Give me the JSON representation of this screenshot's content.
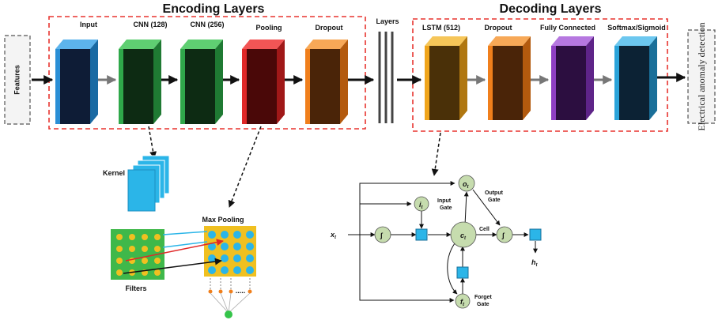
{
  "encoding": {
    "title": "Encoding Layers",
    "layers": [
      "Input",
      "CNN (128)",
      "CNN (256)",
      "Pooling",
      "Dropout"
    ]
  },
  "decoding": {
    "title": "Decoding Layers",
    "layers": [
      "LSTM (512)",
      "Dropout",
      "Fully Connected",
      "Softmax/Sigmoid"
    ]
  },
  "middle_label": "Layers",
  "features_label": "Features",
  "output_label": "Electrical anomaly detection",
  "kernel_label": "Kernel",
  "filters_label": "Filters",
  "maxpool_label": "Max Pooling",
  "maxpool_dots": ".....",
  "lstm": {
    "x_input": "x",
    "x_sub": "t",
    "h_output": "h",
    "h_sub": "t",
    "i_node": "i",
    "i_sub": "t",
    "o_node": "o",
    "o_sub": "t",
    "c_node": "c",
    "c_sub": "t",
    "f_node": "f",
    "f_sub": "t",
    "integral_symbol": "∫",
    "input_gate": [
      "Input",
      "Gate"
    ],
    "output_gate": [
      "Output",
      "Gate"
    ],
    "forget_gate": [
      "Forget",
      "Gate"
    ],
    "cell_label": "Cell"
  },
  "colors": {
    "dashed_border": "#e8342f",
    "input_block": "#2a8fd6",
    "cnn_block": "#2fa84a",
    "pooling_block": "#e02828",
    "dropout_block": "#f07f1c",
    "lstm_block": "#f0a51c",
    "fc_block": "#8f3fc4",
    "softmax_block": "#2aa3d9",
    "kernel": "#2bb5e8",
    "filter_green": "#3fb84a",
    "filter_dot": "#f0c020",
    "pool_bg": "#f0c020",
    "pool_dot": "#2bb5e8",
    "lstm_node": "#c6dcae",
    "lstm_gate": "#2bb5e8"
  }
}
